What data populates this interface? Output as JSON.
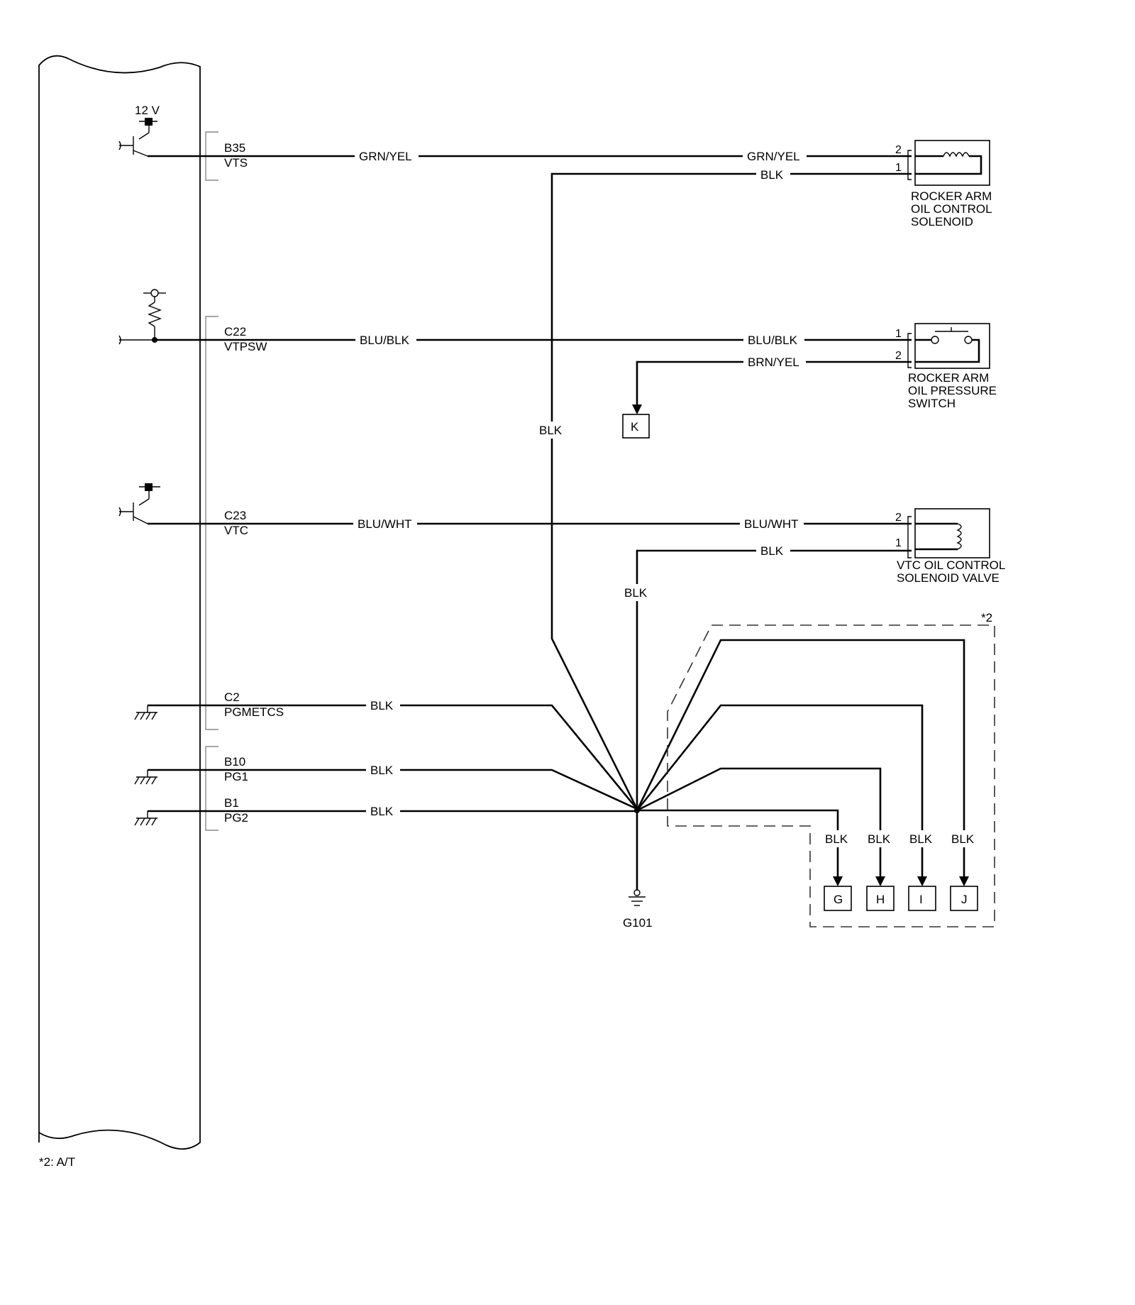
{
  "ecm": {
    "supply_label": "12 V",
    "pins": [
      {
        "code": "B35",
        "name": "VTS"
      },
      {
        "code": "C22",
        "name": "VTPSW"
      },
      {
        "code": "C23",
        "name": "VTC"
      },
      {
        "code": "C2",
        "name": "PGMETCS"
      },
      {
        "code": "B10",
        "name": "PG1"
      },
      {
        "code": "B1",
        "name": "PG2"
      }
    ]
  },
  "wires": {
    "vts_left": "GRN/YEL",
    "vts_right": "GRN/YEL",
    "sol1_gnd": "BLK",
    "vtpsw_left": "BLU/BLK",
    "vtpsw_right": "BLU/BLK",
    "psw_out": "BRN/YEL",
    "vtc_left": "BLU/WHT",
    "vtc_right": "BLU/WHT",
    "vtc_gnd": "BLK",
    "vertical_1": "BLK",
    "vertical_2": "BLK",
    "pgmetcs": "BLK",
    "pg1": "BLK",
    "pg2": "BLK",
    "at_g": "BLK",
    "at_h": "BLK",
    "at_i": "BLK",
    "at_j": "BLK"
  },
  "components": {
    "rocker_sol": {
      "pin_top": "2",
      "pin_bottom": "1",
      "name_lines": [
        "ROCKER ARM",
        "OIL CONTROL",
        "SOLENOID"
      ]
    },
    "rocker_psw": {
      "pin_top": "1",
      "pin_bottom": "2",
      "name_lines": [
        "ROCKER ARM",
        "OIL PRESSURE",
        "SWITCH"
      ]
    },
    "vtc_sol": {
      "pin_top": "2",
      "pin_bottom": "1",
      "name_lines": [
        "VTC OIL CONTROL",
        "SOLENOID VALVE"
      ]
    }
  },
  "connectors": {
    "k": "K",
    "g": "G",
    "h": "H",
    "i": "I",
    "j": "J"
  },
  "ground_label": "G101",
  "at_box_marker": "*2",
  "footnote": "*2:  A/T"
}
